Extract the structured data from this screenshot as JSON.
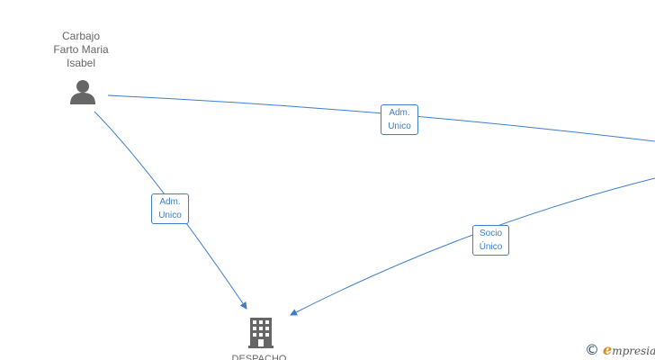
{
  "nodes": {
    "person": {
      "label_lines": [
        "Carbajo",
        "Farto Maria",
        "Isabel"
      ],
      "icon": "person-icon"
    },
    "company": {
      "label": "DESPACHO",
      "icon": "building-icon"
    }
  },
  "relations": {
    "person_to_right": {
      "line1": "Adm.",
      "line2": "Unico"
    },
    "person_to_company": {
      "line1": "Adm.",
      "line2": "Unico"
    },
    "right_to_company": {
      "line1": "Socio",
      "line2": "Único"
    }
  },
  "brand": {
    "copyright_symbol": "©",
    "initial": "e",
    "rest": "mpresia"
  },
  "colors": {
    "edge": "#3d7ec9",
    "node_icon": "#666666",
    "label_text": "#666666",
    "brand_accent": "#e08a1e"
  }
}
